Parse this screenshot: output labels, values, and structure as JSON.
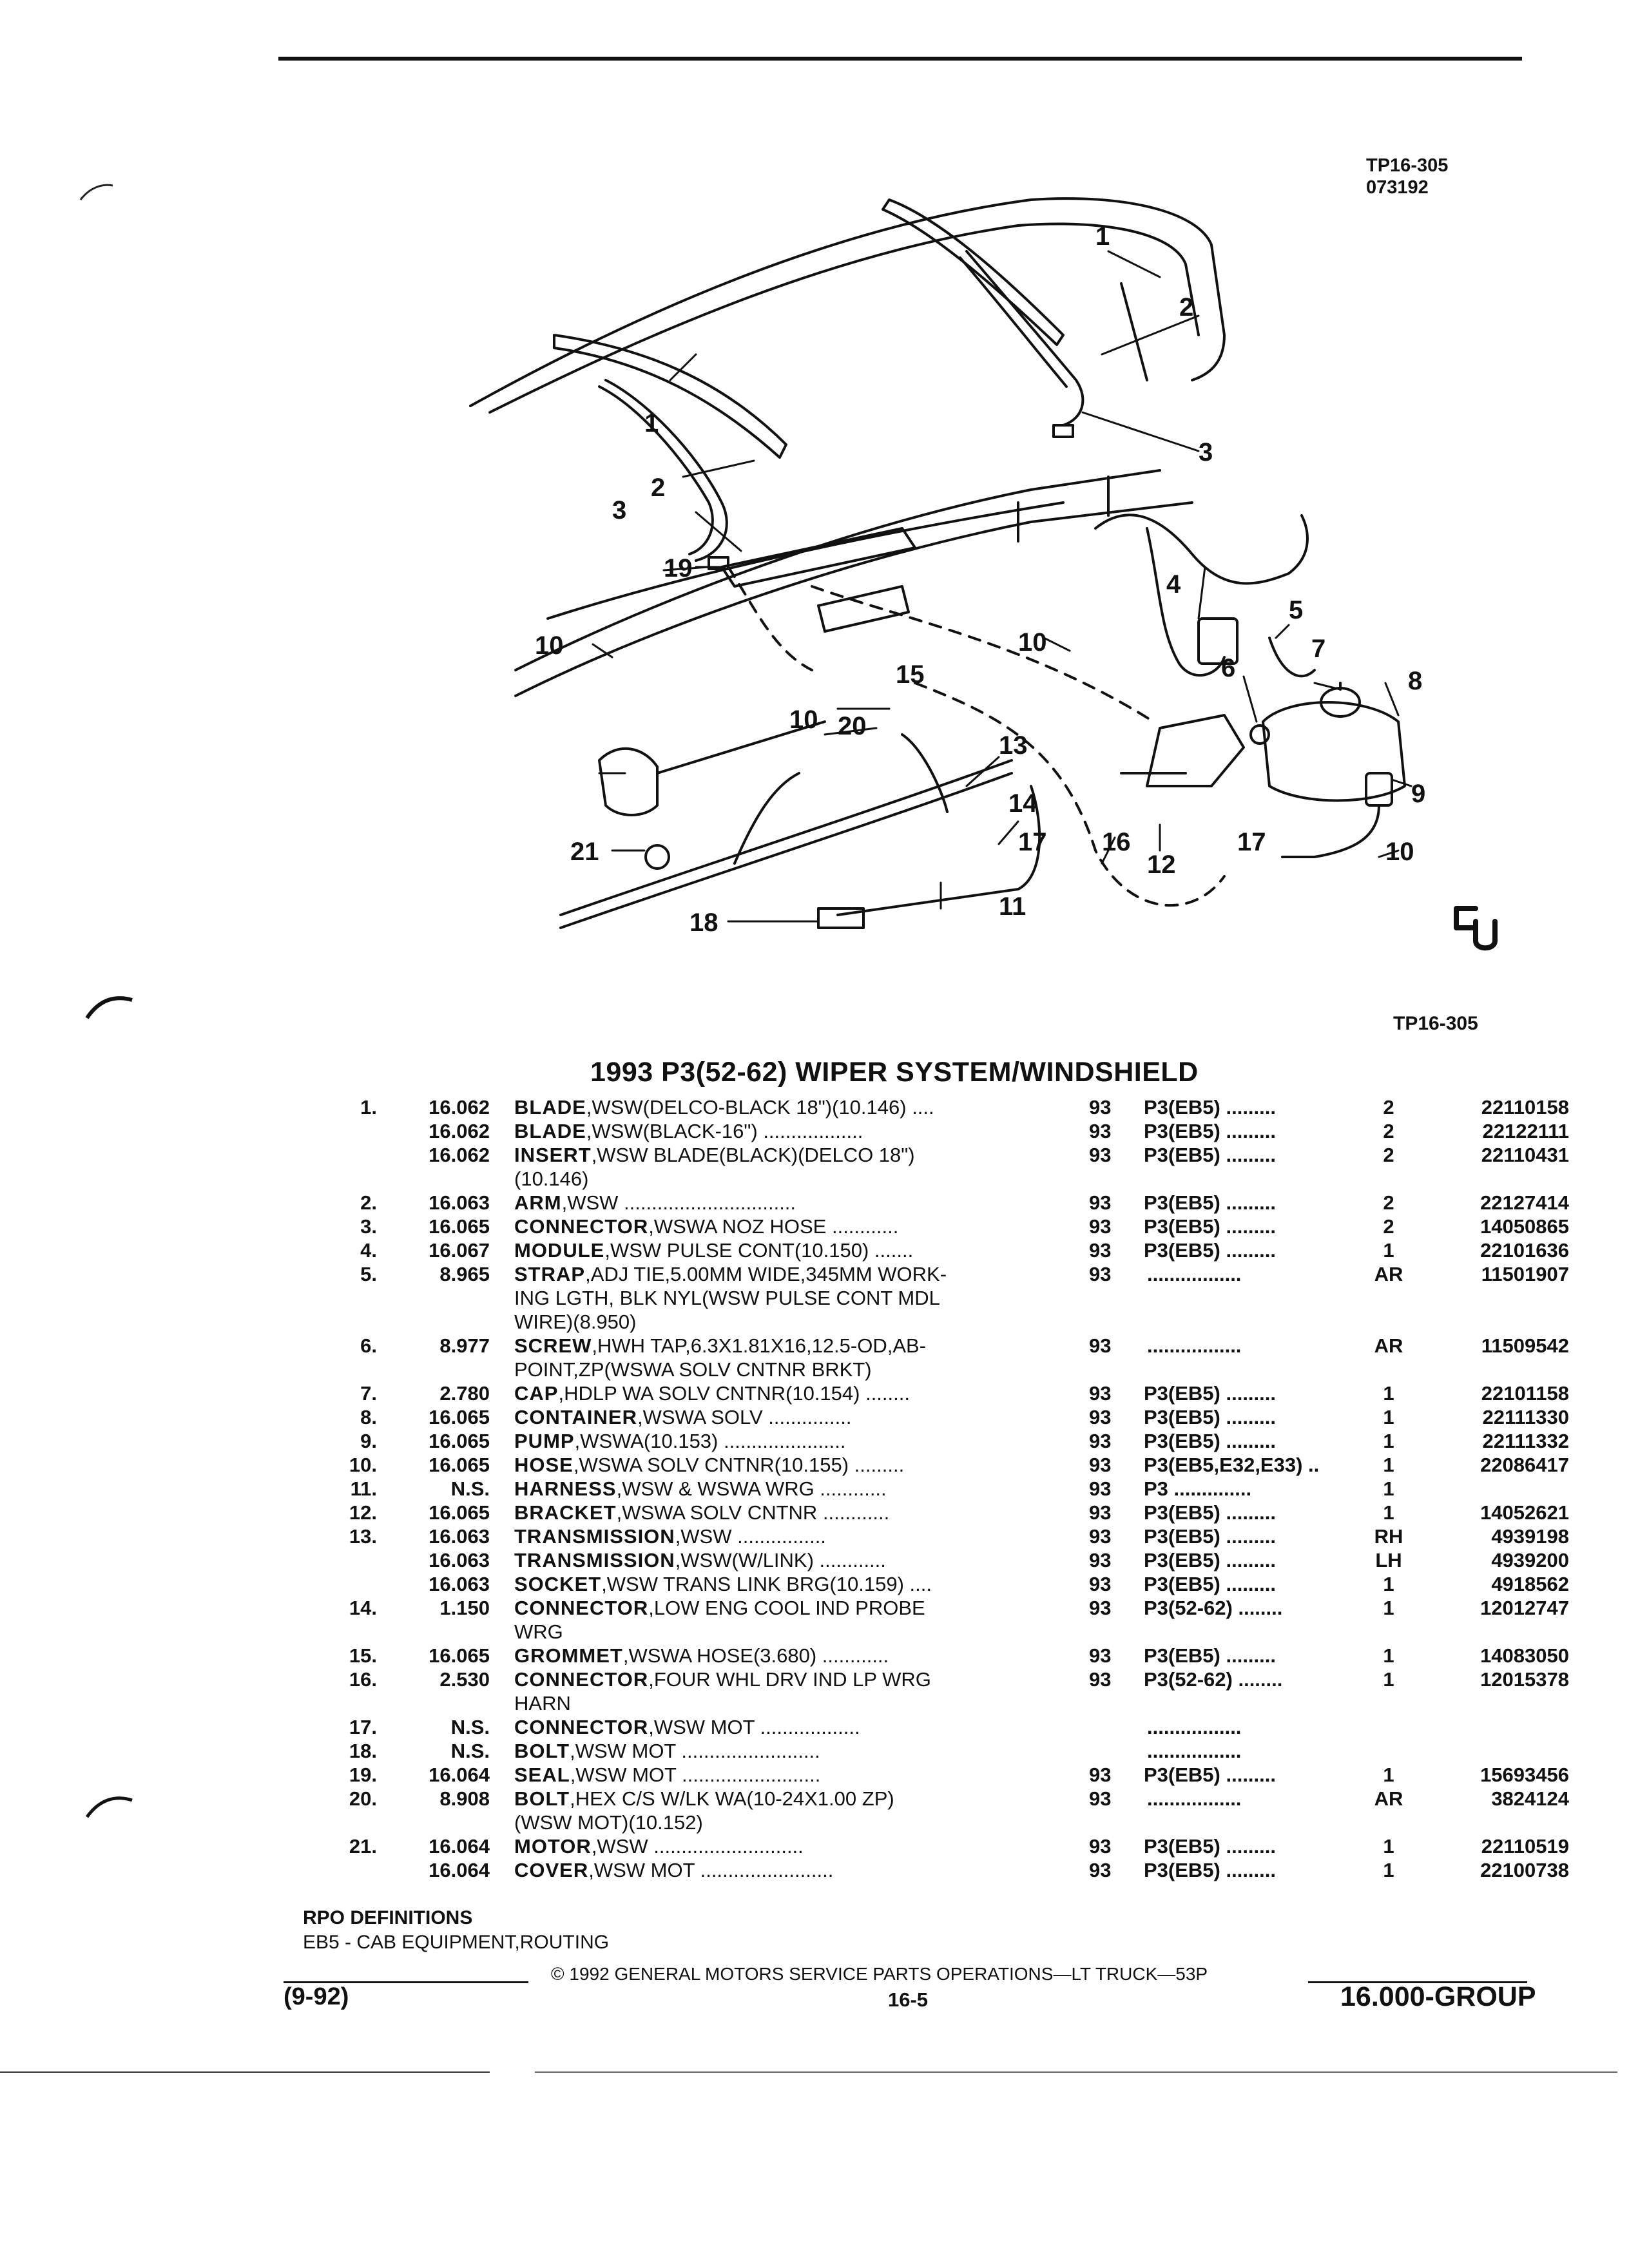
{
  "figure": {
    "id": "TP16-305",
    "date": "073192",
    "id_below": "TP16-305",
    "callouts": [
      "1",
      "1",
      "2",
      "2",
      "3",
      "3",
      "4",
      "5",
      "6",
      "7",
      "8",
      "9",
      "10",
      "10",
      "10",
      "10",
      "11",
      "12",
      "13",
      "14",
      "15",
      "16",
      "17",
      "18",
      "19",
      "20",
      "21"
    ],
    "logo": "C-U"
  },
  "title": "1993 P3(52-62) WIPER SYSTEM/WINDSHIELD",
  "parts": [
    {
      "key": "1.",
      "grp": "16.062",
      "lead": "BLADE",
      "rest": ",WSW(DELCO-BLACK 18\")(10.146) ....",
      "yr": "93",
      "opt": "P3(EB5) .........",
      "qty": "2",
      "pn": "22110158"
    },
    {
      "key": "",
      "grp": "16.062",
      "lead": "BLADE",
      "rest": ",WSW(BLACK-16\") ..................",
      "yr": "93",
      "opt": "P3(EB5) .........",
      "qty": "2",
      "pn": "22122111"
    },
    {
      "key": "",
      "grp": "16.062",
      "lead": "INSERT",
      "rest": ",WSW BLADE(BLACK)(DELCO 18\")",
      "yr": "93",
      "opt": "P3(EB5) .........",
      "qty": "2",
      "pn": "22110431"
    },
    {
      "key": "",
      "grp": "",
      "lead": "",
      "rest": "(10.146)",
      "yr": "",
      "opt": "",
      "qty": "",
      "pn": ""
    },
    {
      "key": "2.",
      "grp": "16.063",
      "lead": "ARM",
      "rest": ",WSW ...............................",
      "yr": "93",
      "opt": "P3(EB5) .........",
      "qty": "2",
      "pn": "22127414"
    },
    {
      "key": "3.",
      "grp": "16.065",
      "lead": "CONNECTOR",
      "rest": ",WSWA NOZ HOSE ............",
      "yr": "93",
      "opt": "P3(EB5) .........",
      "qty": "2",
      "pn": "14050865"
    },
    {
      "key": "4.",
      "grp": "16.067",
      "lead": "MODULE",
      "rest": ",WSW PULSE CONT(10.150) .......",
      "yr": "93",
      "opt": "P3(EB5) .........",
      "qty": "1",
      "pn": "22101636"
    },
    {
      "key": "5.",
      "grp": "8.965",
      "lead": "STRAP",
      "rest": ",ADJ TIE,5.00MM WIDE,345MM WORK-",
      "yr": "93",
      "opt": "",
      "qty": "AR",
      "pn": "11501907",
      "dots": "................."
    },
    {
      "key": "",
      "grp": "",
      "lead": "",
      "rest": "ING LGTH, BLK NYL(WSW PULSE CONT MDL",
      "yr": "",
      "opt": "",
      "qty": "",
      "pn": ""
    },
    {
      "key": "",
      "grp": "",
      "lead": "",
      "rest": "WIRE)(8.950)",
      "yr": "",
      "opt": "",
      "qty": "",
      "pn": ""
    },
    {
      "key": "6.",
      "grp": "8.977",
      "lead": "SCREW",
      "rest": ",HWH TAP,6.3X1.81X16,12.5-OD,AB-",
      "yr": "93",
      "opt": "",
      "qty": "AR",
      "pn": "11509542",
      "dots": "................."
    },
    {
      "key": "",
      "grp": "",
      "lead": "",
      "rest": "POINT,ZP(WSWA SOLV CNTNR BRKT)",
      "yr": "",
      "opt": "",
      "qty": "",
      "pn": ""
    },
    {
      "key": "7.",
      "grp": "2.780",
      "lead": "CAP",
      "rest": ",HDLP WA SOLV CNTNR(10.154) ........",
      "yr": "93",
      "opt": "P3(EB5) .........",
      "qty": "1",
      "pn": "22101158"
    },
    {
      "key": "8.",
      "grp": "16.065",
      "lead": "CONTAINER",
      "rest": ",WSWA SOLV ...............",
      "yr": "93",
      "opt": "P3(EB5) .........",
      "qty": "1",
      "pn": "22111330"
    },
    {
      "key": "9.",
      "grp": "16.065",
      "lead": "PUMP",
      "rest": ",WSWA(10.153) ......................",
      "yr": "93",
      "opt": "P3(EB5) .........",
      "qty": "1",
      "pn": "22111332"
    },
    {
      "key": "10.",
      "grp": "16.065",
      "lead": "HOSE",
      "rest": ",WSWA SOLV CNTNR(10.155) .........",
      "yr": "93",
      "opt": "P3(EB5,E32,E33) ..",
      "qty": "1",
      "pn": "22086417"
    },
    {
      "key": "11.",
      "grp": "N.S.",
      "lead": "HARNESS",
      "rest": ",WSW & WSWA WRG ............",
      "yr": "93",
      "opt": "P3 ..............",
      "qty": "1",
      "pn": ""
    },
    {
      "key": "12.",
      "grp": "16.065",
      "lead": "BRACKET",
      "rest": ",WSWA SOLV CNTNR ............",
      "yr": "93",
      "opt": "P3(EB5) .........",
      "qty": "1",
      "pn": "14052621"
    },
    {
      "key": "13.",
      "grp": "16.063",
      "lead": "TRANSMISSION",
      "rest": ",WSW ................",
      "yr": "93",
      "opt": "P3(EB5) .........",
      "qty": "RH",
      "pn": "4939198"
    },
    {
      "key": "",
      "grp": "16.063",
      "lead": "TRANSMISSION",
      "rest": ",WSW(W/LINK) ............",
      "yr": "93",
      "opt": "P3(EB5) .........",
      "qty": "LH",
      "pn": "4939200"
    },
    {
      "key": "",
      "grp": "16.063",
      "lead": "SOCKET",
      "rest": ",WSW TRANS LINK BRG(10.159) ....",
      "yr": "93",
      "opt": "P3(EB5) .........",
      "qty": "1",
      "pn": "4918562"
    },
    {
      "key": "14.",
      "grp": "1.150",
      "lead": "CONNECTOR",
      "rest": ",LOW ENG COOL IND PROBE",
      "yr": "93",
      "opt": "P3(52-62) ........",
      "qty": "1",
      "pn": "12012747"
    },
    {
      "key": "",
      "grp": "",
      "lead": "",
      "rest": "WRG",
      "yr": "",
      "opt": "",
      "qty": "",
      "pn": ""
    },
    {
      "key": "15.",
      "grp": "16.065",
      "lead": "GROMMET",
      "rest": ",WSWA HOSE(3.680) ............",
      "yr": "93",
      "opt": "P3(EB5) .........",
      "qty": "1",
      "pn": "14083050"
    },
    {
      "key": "16.",
      "grp": "2.530",
      "lead": "CONNECTOR",
      "rest": ",FOUR WHL DRV IND LP WRG",
      "yr": "93",
      "opt": "P3(52-62) ........",
      "qty": "1",
      "pn": "12015378"
    },
    {
      "key": "",
      "grp": "",
      "lead": "",
      "rest": "HARN",
      "yr": "",
      "opt": "",
      "qty": "",
      "pn": ""
    },
    {
      "key": "17.",
      "grp": "N.S.",
      "lead": "CONNECTOR",
      "rest": ",WSW MOT ..................",
      "yr": "",
      "opt": "",
      "qty": "",
      "pn": "",
      "dots": "................."
    },
    {
      "key": "18.",
      "grp": "N.S.",
      "lead": "BOLT",
      "rest": ",WSW MOT .........................",
      "yr": "",
      "opt": "",
      "qty": "",
      "pn": "",
      "dots": "................."
    },
    {
      "key": "19.",
      "grp": "16.064",
      "lead": "SEAL",
      "rest": ",WSW MOT .........................",
      "yr": "93",
      "opt": "P3(EB5) .........",
      "qty": "1",
      "pn": "15693456"
    },
    {
      "key": "20.",
      "grp": "8.908",
      "lead": "BOLT",
      "rest": ",HEX C/S W/LK WA(10-24X1.00 ZP)",
      "yr": "93",
      "opt": "",
      "qty": "AR",
      "pn": "3824124",
      "dots": "................."
    },
    {
      "key": "",
      "grp": "",
      "lead": "",
      "rest": "(WSW MOT)(10.152)",
      "yr": "",
      "opt": "",
      "qty": "",
      "pn": ""
    },
    {
      "key": "21.",
      "grp": "16.064",
      "lead": "MOTOR",
      "rest": ",WSW ...........................",
      "yr": "93",
      "opt": "P3(EB5) .........",
      "qty": "1",
      "pn": "22110519"
    },
    {
      "key": "",
      "grp": "16.064",
      "lead": "COVER",
      "rest": ",WSW MOT ........................",
      "yr": "93",
      "opt": "P3(EB5) .........",
      "qty": "1",
      "pn": "22100738"
    }
  ],
  "rpo": {
    "heading": "RPO DEFINITIONS",
    "lines": [
      "EB5 - CAB EQUIPMENT,ROUTING"
    ]
  },
  "footer": {
    "copyright": "© 1992 GENERAL MOTORS SERVICE PARTS OPERATIONS—LT TRUCK—53P",
    "left": "(9-92)",
    "page": "16-5",
    "group": "16.000-GROUP"
  }
}
